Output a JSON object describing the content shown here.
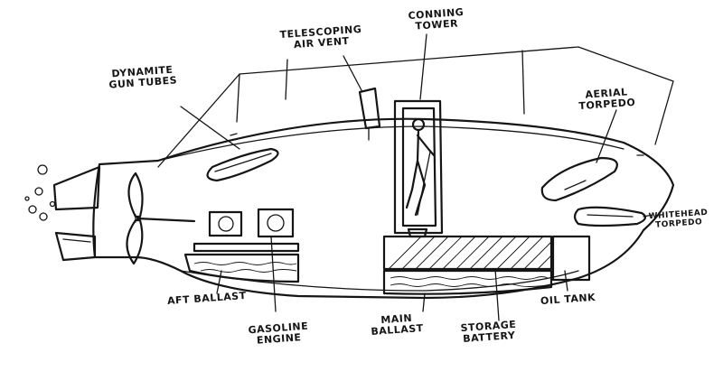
{
  "labels": {
    "dynamite": [
      "DYNAMITE",
      "GUN TUBES"
    ],
    "air_vent": [
      "TELESCOPING",
      "AIR VENT"
    ],
    "conning": [
      "CONNING",
      "TOWER"
    ],
    "aerial": [
      "AERIAL",
      "TORPEDO"
    ],
    "whitehead": [
      "WHITEHEAD",
      "TORPEDO"
    ],
    "aft_ballast": "AFT BALLAST",
    "gasoline": [
      "GASOLINE",
      "ENGINE"
    ],
    "main_ballast": [
      "MAIN",
      "BALLAST"
    ],
    "storage": [
      "STORAGE",
      "BATTERY"
    ],
    "oil_tank": "OIL TANK"
  }
}
